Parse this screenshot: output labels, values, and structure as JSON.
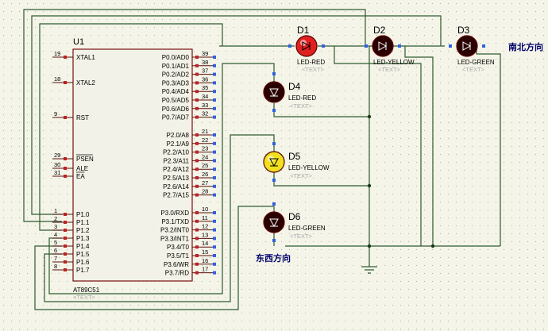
{
  "schematic": {
    "mcu": {
      "ref": "U1",
      "part": "AT89C51",
      "text_placeholder": "<TEXT>",
      "left_pins": [
        {
          "num": "19",
          "name": "XTAL1"
        },
        {
          "num": "18",
          "name": "XTAL2"
        },
        {
          "num": "9",
          "name": "RST"
        },
        {
          "num": "29",
          "name": "PSEN"
        },
        {
          "num": "30",
          "name": "ALE"
        },
        {
          "num": "31",
          "name": "EA"
        },
        {
          "num": "1",
          "name": "P1.0"
        },
        {
          "num": "2",
          "name": "P1.1"
        },
        {
          "num": "3",
          "name": "P1.2"
        },
        {
          "num": "4",
          "name": "P1.3"
        },
        {
          "num": "5",
          "name": "P1.4"
        },
        {
          "num": "6",
          "name": "P1.5"
        },
        {
          "num": "7",
          "name": "P1.6"
        },
        {
          "num": "8",
          "name": "P1.7"
        }
      ],
      "right_pins": [
        {
          "num": "39",
          "name": "P0.0/AD0"
        },
        {
          "num": "38",
          "name": "P0.1/AD1"
        },
        {
          "num": "37",
          "name": "P0.2/AD2"
        },
        {
          "num": "36",
          "name": "P0.3/AD3"
        },
        {
          "num": "35",
          "name": "P0.4/AD4"
        },
        {
          "num": "34",
          "name": "P0.5/AD5"
        },
        {
          "num": "33",
          "name": "P0.6/AD6"
        },
        {
          "num": "32",
          "name": "P0.7/AD7"
        },
        {
          "num": "21",
          "name": "P2.0/A8"
        },
        {
          "num": "22",
          "name": "P2.1/A9"
        },
        {
          "num": "23",
          "name": "P2.2/A10"
        },
        {
          "num": "24",
          "name": "P2.3/A11"
        },
        {
          "num": "25",
          "name": "P2.4/A12"
        },
        {
          "num": "26",
          "name": "P2.5/A13"
        },
        {
          "num": "27",
          "name": "P2.6/A14"
        },
        {
          "num": "28",
          "name": "P2.7/A15"
        },
        {
          "num": "10",
          "name": "P3.0/RXD"
        },
        {
          "num": "11",
          "name": "P3.1/TXD"
        },
        {
          "num": "12",
          "name": "P3.2/INT0"
        },
        {
          "num": "13",
          "name": "P3.3/INT1"
        },
        {
          "num": "14",
          "name": "P3.4/T0"
        },
        {
          "num": "15",
          "name": "P3.5/T1"
        },
        {
          "num": "16",
          "name": "P3.6/WR"
        },
        {
          "num": "17",
          "name": "P3.7/RD"
        }
      ]
    },
    "leds": [
      {
        "ref": "D1",
        "value": "LED-RED",
        "placeholder": "<TEXT>",
        "lit": true,
        "color": "#e02020"
      },
      {
        "ref": "D2",
        "value": "LED-YELLOW",
        "placeholder": "<TEXT>",
        "lit": false,
        "color": "#2a0000"
      },
      {
        "ref": "D3",
        "value": "LED-GREEN",
        "placeholder": "<TEXT>",
        "lit": false,
        "color": "#2a0000"
      },
      {
        "ref": "D4",
        "value": "LED-RED",
        "placeholder": "<TEXT>",
        "lit": false,
        "color": "#2a0000"
      },
      {
        "ref": "D5",
        "value": "LED-YELLOW",
        "placeholder": "<TEXT>",
        "lit": true,
        "color": "#f0e020"
      },
      {
        "ref": "D6",
        "value": "LED-GREEN",
        "placeholder": "<TEXT>",
        "lit": false,
        "color": "#2a0000"
      }
    ],
    "labels": {
      "north_south": "南北方向",
      "east_west": "东西方向"
    },
    "colors": {
      "background": "#f4f4e8",
      "wire": "#2f5a2f",
      "chip_border": "#7a1010",
      "chip_fill": "#f2f2e8",
      "pin_marker": "#3060e0"
    }
  }
}
